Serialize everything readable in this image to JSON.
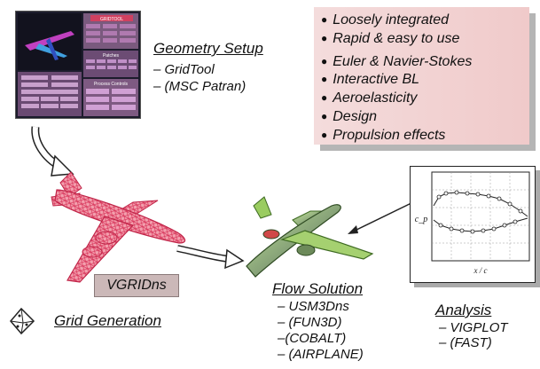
{
  "features": {
    "items": [
      "Loosely integrated",
      "Rapid & easy to use",
      "Euler & Navier-Stokes",
      "Interactive BL",
      "Aeroelasticity",
      "Design",
      "Propulsion effects"
    ],
    "bg_color": "#f0caca"
  },
  "geometry": {
    "title": "Geometry Setup",
    "items": [
      "– GridTool",
      "– (MSC Patran)"
    ]
  },
  "screen": {
    "top_label": "GRIDTOOL",
    "panel_label_1": "Patches",
    "panel_label_2": "Process Controls"
  },
  "grid": {
    "label": "VGRIDns",
    "title": "Grid Generation"
  },
  "flow": {
    "title": "Flow Solution",
    "items": [
      "– USM3Dns",
      "– (FUN3D)",
      "–(COBALT)",
      "– (AIRPLANE)"
    ]
  },
  "analysis": {
    "title": "Analysis",
    "items": [
      "– VIGPLOT",
      "– (FAST)"
    ],
    "y_label": "c_p",
    "x_label": "x / c"
  },
  "colors": {
    "mesh_red": "#e8506a",
    "flow_green": "#7fc24a",
    "screen_bg": "#1c1c2c"
  }
}
